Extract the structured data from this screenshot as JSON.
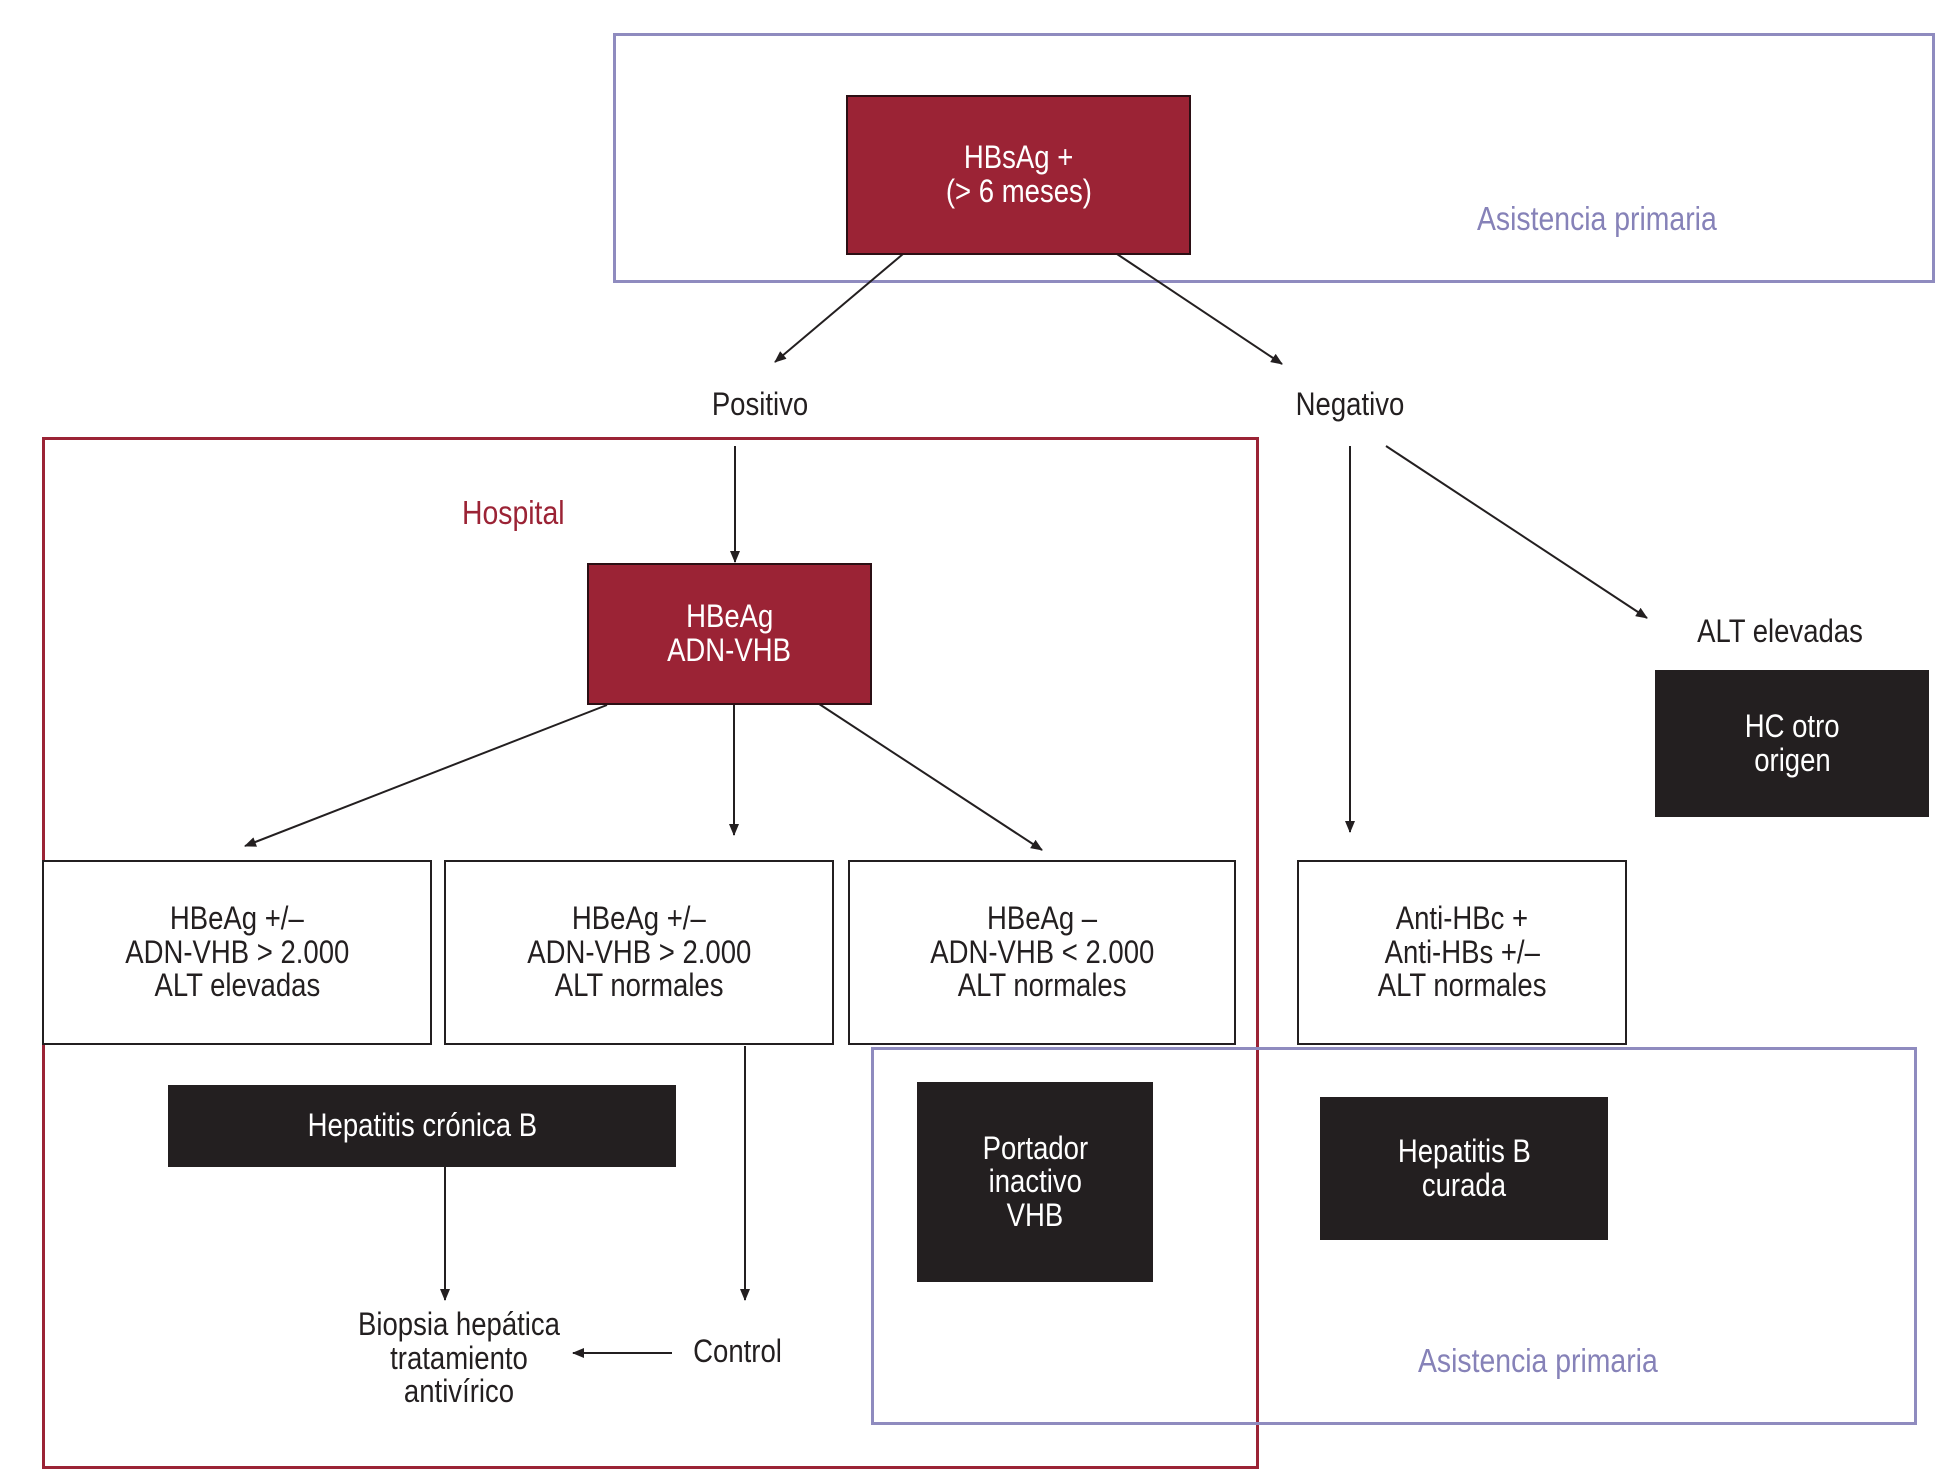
{
  "regions": {
    "primary_top": "Asistencia primaria",
    "hospital": "Hospital",
    "primary_bottom": "Asistencia primaria"
  },
  "nodes": {
    "hbsag": [
      "HBsAg +",
      "(> 6 meses)"
    ],
    "positivo": "Positivo",
    "negativo": "Negativo",
    "hbeag": [
      "HBeAg",
      "ADN-VHB"
    ],
    "alt_elevadas": "ALT elevadas",
    "hc_otro": [
      "HC otro",
      "origen"
    ],
    "box1": [
      "HBeAg +/–",
      "ADN-VHB > 2.000",
      "ALT elevadas"
    ],
    "box2": [
      "HBeAg +/–",
      "ADN-VHB > 2.000",
      "ALT normales"
    ],
    "box3": [
      "HBeAg –",
      "ADN-VHB < 2.000",
      "ALT normales"
    ],
    "box4": [
      "Anti-HBc +",
      "Anti-HBs +/–",
      "ALT normales"
    ],
    "hep_cronica": "Hepatitis crónica B",
    "portador": [
      "Portador",
      "inactivo",
      "VHB"
    ],
    "hep_curada": [
      "Hepatitis B",
      "curada"
    ],
    "biopsia": [
      "Biopsia hepática",
      "tratamiento",
      "antivírico"
    ],
    "control": "Control"
  },
  "colors": {
    "primary_border": "#8f8bbf",
    "hospital_border": "#9b2335",
    "red_fill": "#9b2335",
    "black_fill": "#231f20"
  }
}
